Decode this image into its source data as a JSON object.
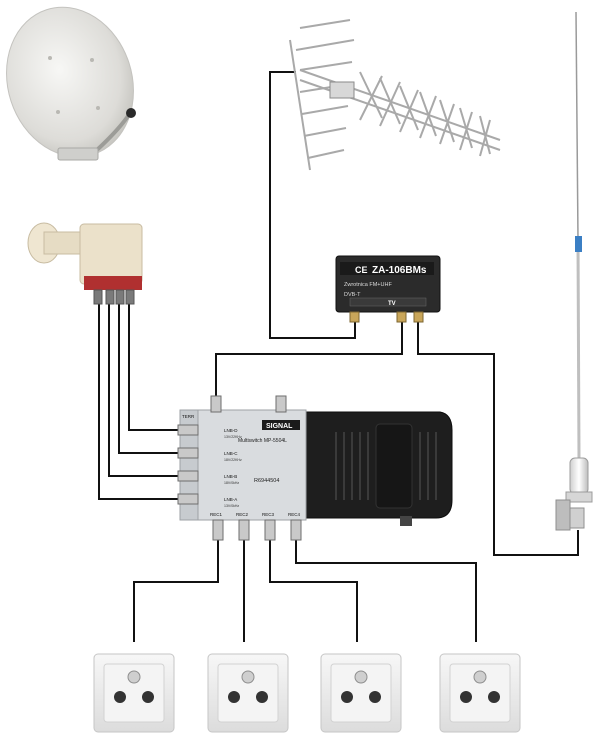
{
  "amplifier": {
    "model": "ZA-106BMs",
    "subtitle": "Zwrotnica FM+UHF",
    "band": "DVB-T",
    "output": "TV",
    "ce_mark": "CE"
  },
  "multiswitch": {
    "brand": "SIGNAL",
    "model": "Multiswitch MP-5504L",
    "code": "R6944504",
    "inputs": [
      {
        "label": "LNB-D",
        "sub": "13V/22KHz"
      },
      {
        "label": "LNB-C",
        "sub": "18V/22KHz"
      },
      {
        "label": "LNB-B",
        "sub": "18V/0kHz"
      },
      {
        "label": "LNB-A",
        "sub": "13V/0kHz"
      }
    ],
    "terr_input": "TERR",
    "outputs": [
      "REC1",
      "REC2",
      "REC3",
      "REC4"
    ]
  },
  "colors": {
    "wire": "#111111",
    "dish": "#e4e4e2",
    "lnb_body": "#e8ddc8",
    "lnb_red": "#b03030",
    "amp_body": "#2b2b2b",
    "switch_body": "#1e1e1e",
    "switch_face": "#d9dcdf",
    "socket_plate": "#ededed"
  },
  "icons": [
    "satellite-dish-icon",
    "uhf-antenna-icon",
    "fm-whip-antenna-icon",
    "quad-lnb-icon",
    "wall-socket-icon"
  ]
}
